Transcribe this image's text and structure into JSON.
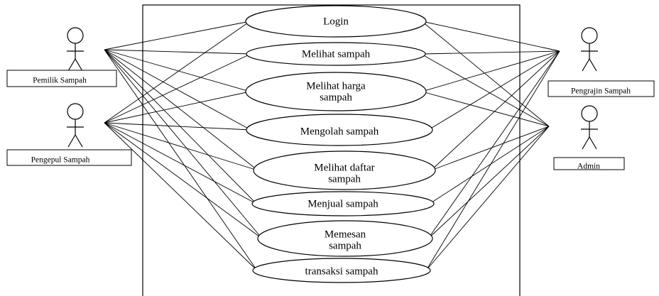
{
  "actors": [
    {
      "id": "pemilik",
      "label": "Pemilik Sampah"
    },
    {
      "id": "pengepul",
      "label": "Pengepul Sampah"
    },
    {
      "id": "pengrajin",
      "label": "Pengrajin Sampah"
    },
    {
      "id": "admin",
      "label": "Admin"
    }
  ],
  "use_cases": [
    {
      "id": "login",
      "lines": [
        "Login"
      ]
    },
    {
      "id": "melihat_sampah",
      "lines": [
        "Melihat sampah"
      ]
    },
    {
      "id": "melihat_harga",
      "lines": [
        "Melihat harga",
        "sampah"
      ]
    },
    {
      "id": "mengolah",
      "lines": [
        "Mengolah sampah"
      ]
    },
    {
      "id": "melihat_daftar",
      "lines": [
        "Melihat daftar",
        "sampah"
      ]
    },
    {
      "id": "menjual",
      "lines": [
        "Menjual sampah"
      ]
    },
    {
      "id": "memesan",
      "lines": [
        "Memesan",
        "sampah"
      ]
    },
    {
      "id": "transaksi",
      "lines": [
        "transaksi sampah"
      ]
    }
  ],
  "associations": [
    [
      "pemilik",
      "login"
    ],
    [
      "pemilik",
      "melihat_sampah"
    ],
    [
      "pemilik",
      "melihat_harga"
    ],
    [
      "pemilik",
      "mengolah"
    ],
    [
      "pemilik",
      "melihat_daftar"
    ],
    [
      "pemilik",
      "menjual"
    ],
    [
      "pemilik",
      "memesan"
    ],
    [
      "pemilik",
      "transaksi"
    ],
    [
      "pengepul",
      "login"
    ],
    [
      "pengepul",
      "melihat_sampah"
    ],
    [
      "pengepul",
      "melihat_harga"
    ],
    [
      "pengepul",
      "mengolah"
    ],
    [
      "pengepul",
      "melihat_daftar"
    ],
    [
      "pengepul",
      "menjual"
    ],
    [
      "pengepul",
      "memesan"
    ],
    [
      "pengepul",
      "transaksi"
    ],
    [
      "pengrajin",
      "login"
    ],
    [
      "pengrajin",
      "melihat_sampah"
    ],
    [
      "pengrajin",
      "melihat_harga"
    ],
    [
      "pengrajin",
      "mengolah"
    ],
    [
      "pengrajin",
      "melihat_daftar"
    ],
    [
      "pengrajin",
      "memesan"
    ],
    [
      "pengrajin",
      "transaksi"
    ],
    [
      "admin",
      "login"
    ],
    [
      "admin",
      "melihat_sampah"
    ],
    [
      "admin",
      "melihat_harga"
    ],
    [
      "admin",
      "melihat_daftar"
    ],
    [
      "admin",
      "menjual"
    ],
    [
      "admin",
      "memesan"
    ],
    [
      "admin",
      "transaksi"
    ]
  ],
  "colors": {
    "line": "#000000",
    "background": "#ffffff"
  }
}
